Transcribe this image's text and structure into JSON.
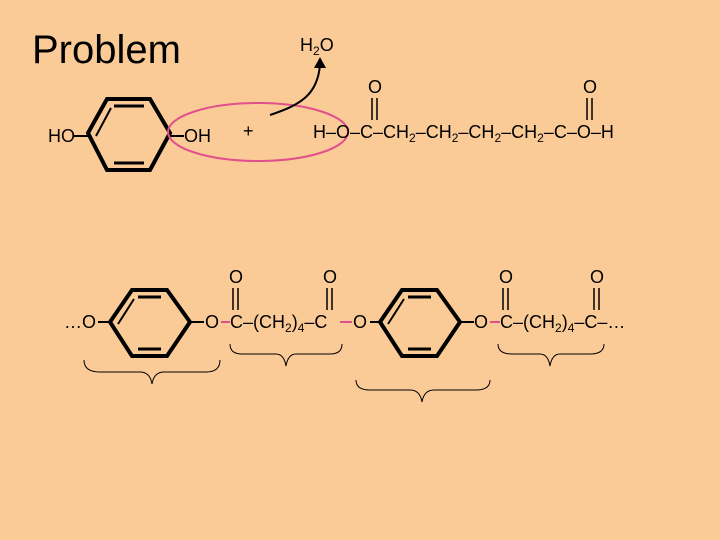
{
  "title": "Problem",
  "water": {
    "main": "H",
    "sub": "2",
    "tail": "O"
  },
  "reactant1": {
    "left_group": "HO",
    "right_group": "OH"
  },
  "plus": "+",
  "reactant2": {
    "carbonyl_o_left": "O",
    "carbonyl_o_right": "O",
    "chain": [
      {
        "t": "H–O–C–CH"
      },
      {
        "s": "2"
      },
      {
        "t": "–CH"
      },
      {
        "s": "2"
      },
      {
        "t": "–CH"
      },
      {
        "s": "2"
      },
      {
        "t": "–CH"
      },
      {
        "s": "2"
      },
      {
        "t": "–C–O–H"
      }
    ]
  },
  "polymer": {
    "start": "…O",
    "o_link1": "O",
    "o_link2": "O",
    "o_link3": "O",
    "c_o_top1": "O",
    "c_o_top2": "O",
    "c_o_top3": "O",
    "c_o_top4": "O",
    "seg1": {
      "pre": "C–(CH",
      "sub1": "2",
      "mid": ")",
      "sub2": "4",
      "post": "–C"
    },
    "seg2": {
      "pre": "C–(CH",
      "sub1": "2",
      "mid": ")",
      "sub2": "4",
      "post": "–C–…"
    }
  },
  "colors": {
    "background": "#FBCB97",
    "highlight": "#E0508A",
    "ink": "#000000"
  }
}
